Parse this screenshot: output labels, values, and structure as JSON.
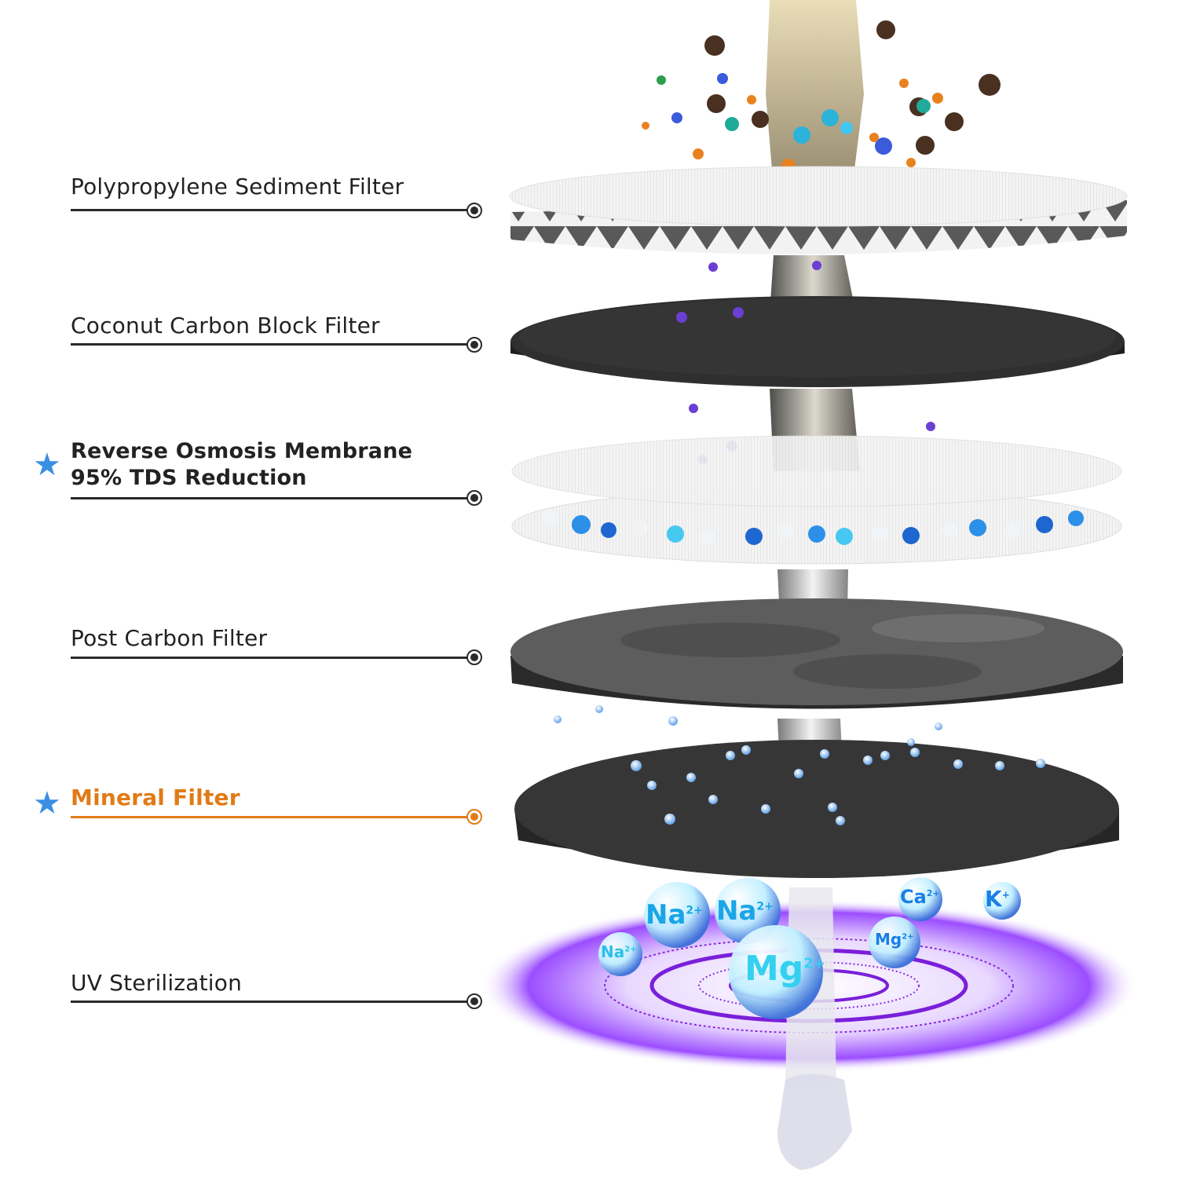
{
  "title": "Multi-stage water filtration layers",
  "colors": {
    "text": "#222222",
    "line": "#2a2a2a",
    "accent_orange": "#e07b16",
    "star_blue": "#3b8fe3",
    "uv_purple": "#8a2be2"
  },
  "stages": [
    {
      "label": "Polypropylene Sediment Filter",
      "highlight": false,
      "starred": false
    },
    {
      "label": "Coconut Carbon Block Filter",
      "highlight": false,
      "starred": false
    },
    {
      "label": "Reverse Osmosis Membrane",
      "sublabel": "95% TDS Reduction",
      "highlight": false,
      "starred": true
    },
    {
      "label": "Post Carbon Filter",
      "highlight": false,
      "starred": false
    },
    {
      "label": "Mineral Filter",
      "highlight": true,
      "starred": true
    },
    {
      "label": "UV Sterilization",
      "highlight": false,
      "starred": false
    }
  ],
  "star_glyph": "★",
  "minerals": [
    {
      "symbol": "Na",
      "charge": "2+"
    },
    {
      "symbol": "Na",
      "charge": "2+"
    },
    {
      "symbol": "Na",
      "charge": "2+"
    },
    {
      "symbol": "Ca",
      "charge": "2+"
    },
    {
      "symbol": "K",
      "charge": "+"
    },
    {
      "symbol": "Mg",
      "charge": "2+"
    },
    {
      "symbol": "Mg",
      "charge": "2+"
    }
  ]
}
